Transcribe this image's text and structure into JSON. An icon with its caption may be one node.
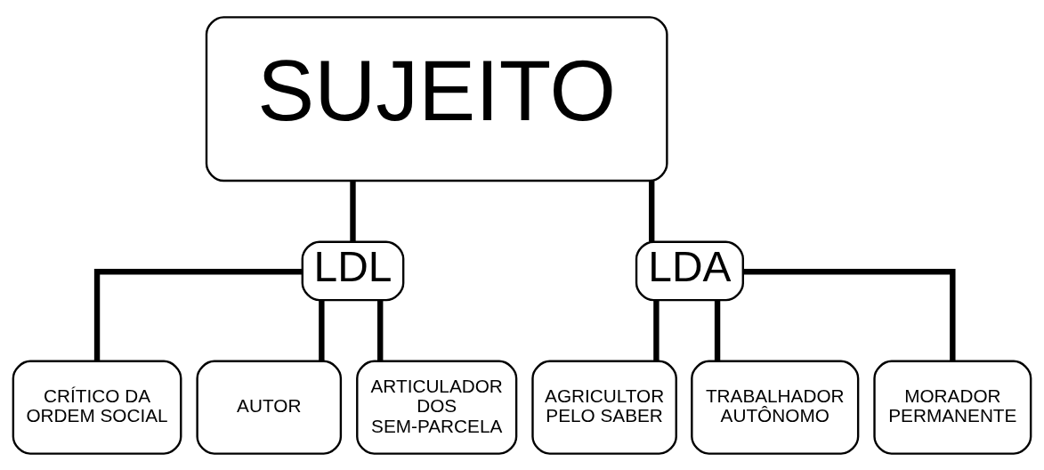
{
  "diagram": {
    "nodes": [
      {
        "text": [
          "SUJEITO"
        ]
      },
      {
        "text": [
          "LDL"
        ]
      },
      {
        "text": [
          "LDA"
        ]
      },
      {
        "text": [
          "CRÍTICO DA ORDEM SOCIAL"
        ]
      },
      {
        "text": [
          "AUTOR"
        ]
      },
      {
        "text": [
          "ARTICULADOR DOS SEM-PARCELA"
        ]
      },
      {
        "text": [
          "AGRICULTOR PELO SABER"
        ]
      },
      {
        "text": [
          "TRABALHADOR AUTÔNOMO"
        ]
      },
      {
        "text": [
          "MORADOR PERMANENTE"
        ]
      }
    ],
    "edges": [
      {
        "from": 0,
        "to": 1,
        "arrow": "none"
      },
      {
        "from": 0,
        "to": 2,
        "arrow": "none"
      },
      {
        "from": 1,
        "to": 3,
        "arrow": "none"
      },
      {
        "from": 1,
        "to": 4,
        "arrow": "none"
      },
      {
        "from": 1,
        "to": 5,
        "arrow": "none"
      },
      {
        "from": 2,
        "to": 6,
        "arrow": "none"
      },
      {
        "from": 2,
        "to": 7,
        "arrow": "none"
      },
      {
        "from": 2,
        "to": 8,
        "arrow": "none"
      }
    ]
  }
}
